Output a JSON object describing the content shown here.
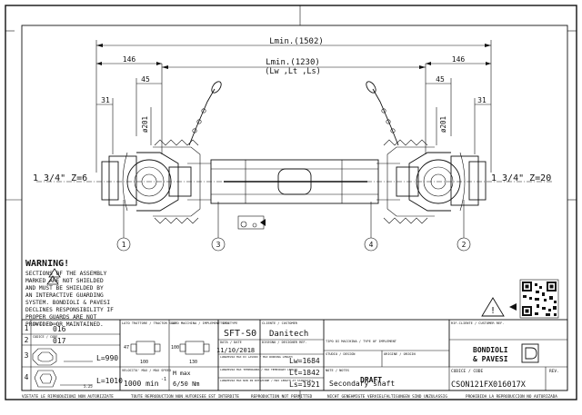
{
  "drawing": {
    "dimensions": {
      "lmin_total": "Lmin.(1502)",
      "lmin_shaft": "Lmin.(1230)",
      "lengths_group": "(Lw ,Lt ,Ls)",
      "left_offset": "146",
      "right_offset": "146",
      "left_angle": "45",
      "right_angle": "45",
      "left_small": "31",
      "right_small": "31",
      "left_diameter": "ø201",
      "right_diameter": "ø201",
      "left_spline": "1 3/4\" Z=6",
      "right_spline": "1 3/4\" Z=20"
    },
    "balloons": [
      "1",
      "3",
      "4",
      "2"
    ]
  },
  "warning": {
    "title": "WARNING!",
    "lines": [
      "SECTIONS    OF THE ASSEMBLY",
      "MARKED     ARE NOT SHIELDED",
      "AND MUST BE SHIELDED BY",
      "AN INTERACTIVE GUARDING",
      "SYSTEM. BONDIOLI & PAVESI",
      "DECLINES RESPONSIBILITY IF",
      "PROPER GUARDS ARE NOT",
      "PROVIDED OR MAINTAINED."
    ]
  },
  "title_block": {
    "rows": [
      {
        "num": "1",
        "label": "CODICE / CODE",
        "code": "016",
        "value": ""
      },
      {
        "num": "2",
        "label": "CODICE / CODE",
        "code": "017",
        "value": ""
      },
      {
        "num": "3",
        "label": "",
        "code": "",
        "value": "L=990"
      },
      {
        "num": "4",
        "label": "",
        "code": "",
        "value": "L=1010"
      }
    ],
    "joint_label_1": "LATO TRATTORE / TRACTOR SIDE",
    "joint_label_2": "LATO MACCHINA / IMPLEMENT SIDE",
    "joint_dim_1": "100",
    "joint_dim_2": "100",
    "joint_dim_3": "130",
    "joint_dim_4": "47",
    "speed_label": "VELOCITA' MAX / MAX SPEED",
    "speed_value": "1000 min",
    "speed_unit": "-1",
    "torque_label": "M max",
    "torque_value": "6/50 Nm",
    "type_label": "TIPO-TYPE",
    "type_value": "SFT-S0",
    "date_label": "DATA / DATE",
    "date_value": "11/10/2018",
    "customer_label": "CLIENTE / CUSTOMER",
    "customer_value": "Danitech",
    "drawing_label": "DISEGNO / DESIGNER REF.",
    "application_label": "TIPO DI MACCHINA / TYPE OF IMPLEMENT",
    "lw_label": "LUNGHEZZA MAX DI LAVORO / MAX WORKING LENGTH",
    "lw_value": "Lw=1684",
    "lt_label": "LUNGHEZZA MAX TEMPORANEA / MAX TEMPORARY LENGTH",
    "lt_value": "Lt=1842",
    "ls_label": "LUNGHEZZA MAX NON IN ROTAZIONE / MAX LENGTH AT STANDSTILL",
    "ls_value": "Ls=1921",
    "study_label": "STUDIO / DESIGN",
    "drawn_label": "ORIGINE / ORIGIN",
    "notes_label": "NOTE / NOTES",
    "notes_value": "Secondary shaft",
    "draft_stamp": "DRAFT",
    "ref_label": "RIF.CLIENTE / CUSTOMER REF.",
    "brand_line1": "BONDIOLI",
    "brand_line2": "& PAVESI",
    "code_label": "CODICE / CODE",
    "code_value": "CSON121FX016017X",
    "rev_label": "REV."
  },
  "footer": {
    "notes": [
      "VIETATE LE RIPRODUZIONI NON AUTORIZZATE",
      "TOUTE REPRODUCTION NON AUTORISEE EST INTERDITE",
      "REPRODUCTION NOT PERMITTED",
      "NICHT GENEHMIGTE VERVIELFALTIGUNGEN SIND UNZULASSIG",
      "PROHIBIDA LA REPRODUCCION NO AUTORIZADA"
    ]
  }
}
